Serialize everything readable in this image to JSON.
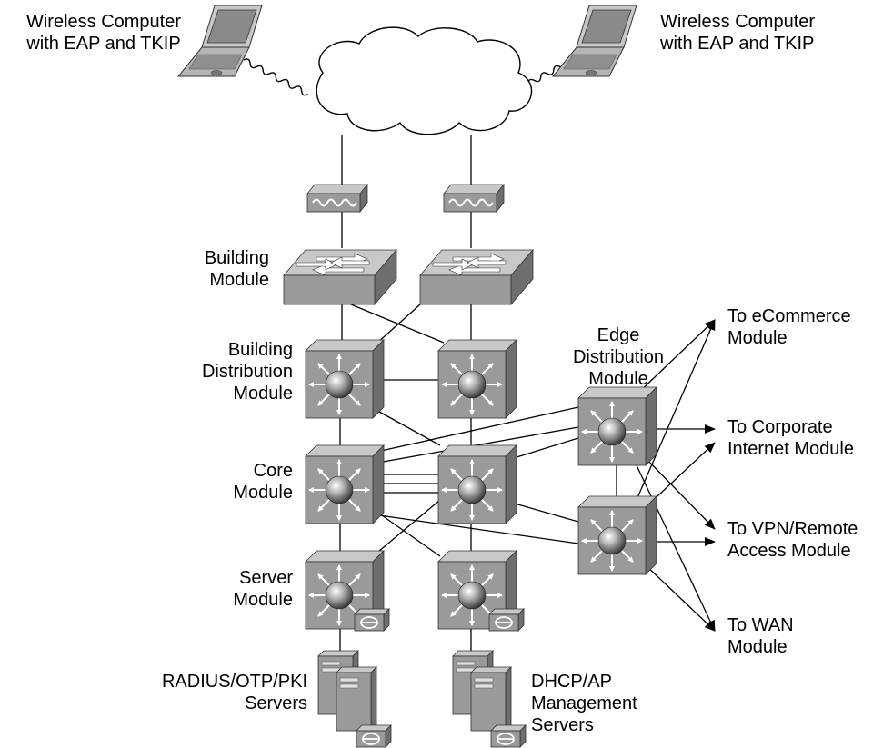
{
  "labels": {
    "wireless_left": [
      "Wireless Computer",
      "with EAP and TKIP"
    ],
    "wireless_right": [
      "Wireless Computer",
      "with EAP and TKIP"
    ],
    "building_module": [
      "Building",
      "Module"
    ],
    "building_distribution": [
      "Building",
      "Distribution",
      "Module"
    ],
    "core_module": [
      "Core",
      "Module"
    ],
    "server_module": [
      "Server",
      "Module"
    ],
    "edge_distribution": [
      "Edge",
      "Distribution",
      "Module"
    ],
    "radius_servers": [
      "RADIUS/OTP/PKI",
      "Servers"
    ],
    "dhcp_servers": [
      "DHCP/AP",
      "Management",
      "Servers"
    ],
    "to_ecommerce": [
      "To eCommerce",
      "Module"
    ],
    "to_corporate": [
      "To Corporate",
      "Internet Module"
    ],
    "to_vpn": [
      "To VPN/Remote",
      "Access Module"
    ],
    "to_wan": [
      "To WAN",
      "Module"
    ]
  },
  "colors": {
    "device_front": "#9a9a9a",
    "device_top": "#c8c8c8",
    "device_side": "#6e6e6e",
    "line": "#000000"
  },
  "icons": {
    "laptop": "laptop-icon",
    "cloud": "cloud-icon",
    "access_point": "access-point-icon",
    "switch": "workgroup-switch-icon",
    "layer3_switch": "multilayer-switch-icon",
    "ids": "ids-module-icon",
    "server": "server-icon"
  }
}
